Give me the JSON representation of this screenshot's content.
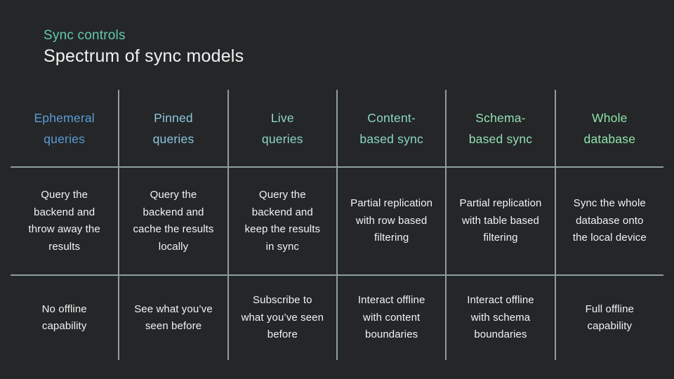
{
  "header": {
    "eyebrow": "Sync controls",
    "title": "Spectrum of sync models"
  },
  "colors": {
    "background": "#242628",
    "eyebrow": "#63c8ab",
    "title": "#f2f2f2",
    "grid_line": "#8e9e9a",
    "cell_background": "#242628",
    "body_text": "#f3f3f3"
  },
  "table": {
    "columns": [
      {
        "header": "Ephemeral\nqueries",
        "header_color": "#5b9bd5",
        "description": "Query the\nbackend and\nthrow away the\nresults",
        "offline": "No offline\ncapability"
      },
      {
        "header": "Pinned\nqueries",
        "header_color": "#8cc5df",
        "description": "Query the\nbackend and\ncache the results\nlocally",
        "offline": "See what you’ve\nseen before"
      },
      {
        "header": "Live\nqueries",
        "header_color": "#90d5c9",
        "description": "Query the\nbackend and\nkeep the results\nin sync",
        "offline": "Subscribe to\nwhat you’ve seen\nbefore"
      },
      {
        "header": "Content-\nbased sync",
        "header_color": "#8bd7c3",
        "description": "Partial replication\nwith row based\nfiltering",
        "offline": "Interact offline\nwith content\nboundaries"
      },
      {
        "header": "Schema-\nbased sync",
        "header_color": "#93dfb6",
        "description": "Partial replication\nwith table based\nfiltering",
        "offline": "Interact offline\nwith schema\nboundaries"
      },
      {
        "header": "Whole\ndatabase",
        "header_color": "#8fe3a8",
        "description": "Sync the whole\ndatabase onto\nthe local device",
        "offline": "Full offline\ncapability"
      }
    ]
  }
}
